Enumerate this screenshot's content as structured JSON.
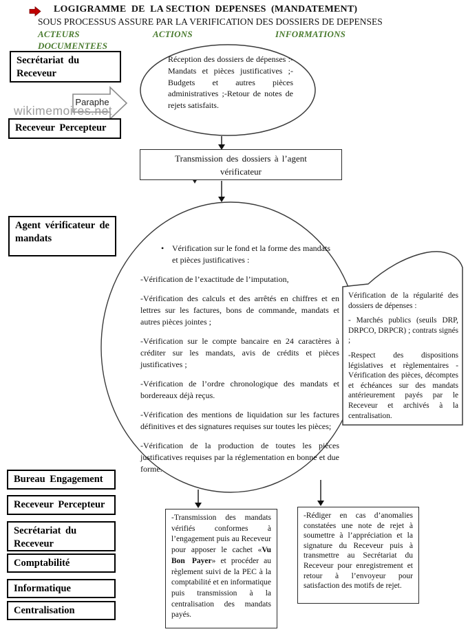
{
  "header": {
    "bullet_color": "#c00000",
    "title": "LOGIGRAMME  DE  LA SECTION  DEPENSES  (MANDATEMENT)",
    "subtitle": "SOUS PROCESSUS ASSURE PAR LA VERIFICATION DES DOSSIERS DE DEPENSES",
    "label_color": "#4a7b2f",
    "col_acteurs": "ACTEURS",
    "col_actions": "ACTIONS",
    "col_informations": "INFORMATIONS",
    "col_documentees": "DOCUMENTEES"
  },
  "watermark": {
    "text": "wikimemoires.net",
    "color": "#9b9b9b"
  },
  "paraphe": {
    "label": "Paraphe"
  },
  "actors": {
    "secretariat_top": "Secrétariat du Receveur",
    "receveur_top": "Receveur  Percepteur",
    "agent_verificateur": "Agent vérificateur de mandats",
    "bureau_engagement": "Bureau Engagement",
    "receveur_bottom": "Receveur  Percepteur",
    "secretariat_bottom": "Secrétariat du Receveur",
    "comptabilite": "Comptabilité",
    "informatique": "Informatique",
    "centralisation": "Centralisation"
  },
  "flow": {
    "reception": "Réception des dossiers de dépenses :-Mandats et pièces justificatives ;- Budgets et autres pièces administratives ;-Retour de notes de rejets satisfaits.",
    "transmission": "Transmission des dossiers à l’agent vérificateur",
    "verification": {
      "bullet": "•",
      "heading": "Vérification sur le fond et la forme des mandats et pièces justificatives :",
      "items": [
        "-Vérification de l’exactitude de l’imputation,",
        "-Vérification des calculs et des arrêtés en chiffres et en lettres sur les factures, bons de commande, mandats et autres pièces jointes ;",
        "-Vérification sur le compte bancaire en 24 caractères à créditer sur les mandats, avis de crédits et pièces justificatives ;",
        "-Vérification de l’ordre chronologique des mandats et bordereaux déjà reçus.",
        "-Vérification des mentions de liquidation sur les factures définitives et des signatures requises sur toutes les pièces;",
        "-Vérification de la production de toutes les pièces justificatives requises par la réglementation en bonne et due forme."
      ]
    },
    "regularite": {
      "heading": "Vérification de la régularité des dossiers de dépenses :",
      "items": [
        "- Marchés publics (seuils DRP, DRPCO, DRPCR) ; contrats signés ;",
        "-Respect des dispositions législatives et règlementaires -Vérification des pièces, décomptes et échéances sur des mandats antérieurement payés par le Receveur et archivés à la centralisation."
      ]
    },
    "paiement": {
      "before": "-Transmission des mandats vérifiés conformes à l’engagement puis au Receveur pour apposer le cachet «",
      "bold": "Vu Bon Payer",
      "after": "» et procéder au règlement suivi de la PEC à la comptabilité et en informatique puis transmission à la centralisation des mandats payés."
    },
    "rejet": "-Rédiger en cas d’anomalies constatées une note de rejet à soumettre à l’appréciation et la signature du Receveur puis à transmettre au Secrétariat du Receveur pour enregistrement et retour à l’envoyeur pour satisfaction des motifs de rejet."
  }
}
